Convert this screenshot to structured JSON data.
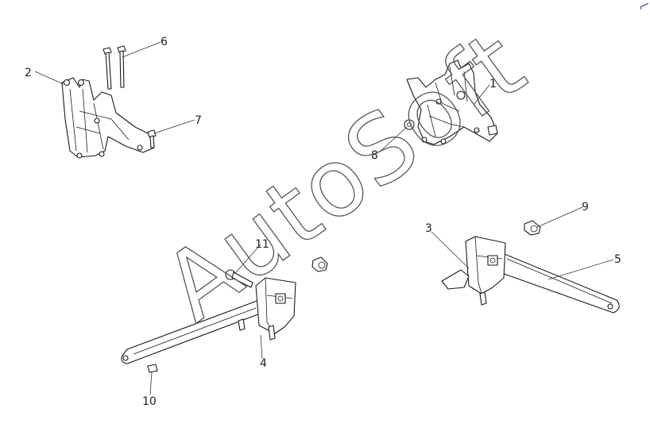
{
  "callouts": {
    "c1": "1",
    "c2": "2",
    "c3": "3",
    "c4": "4",
    "c5": "5",
    "c6": "6",
    "c7": "7",
    "c8": "8",
    "c9": "9",
    "c10": "10",
    "c11": "11"
  },
  "watermark": "AutoSoft",
  "colors": {
    "line": "#1a1a1a",
    "watermark": "#555555",
    "corner_mark": "#1f3fbf"
  }
}
